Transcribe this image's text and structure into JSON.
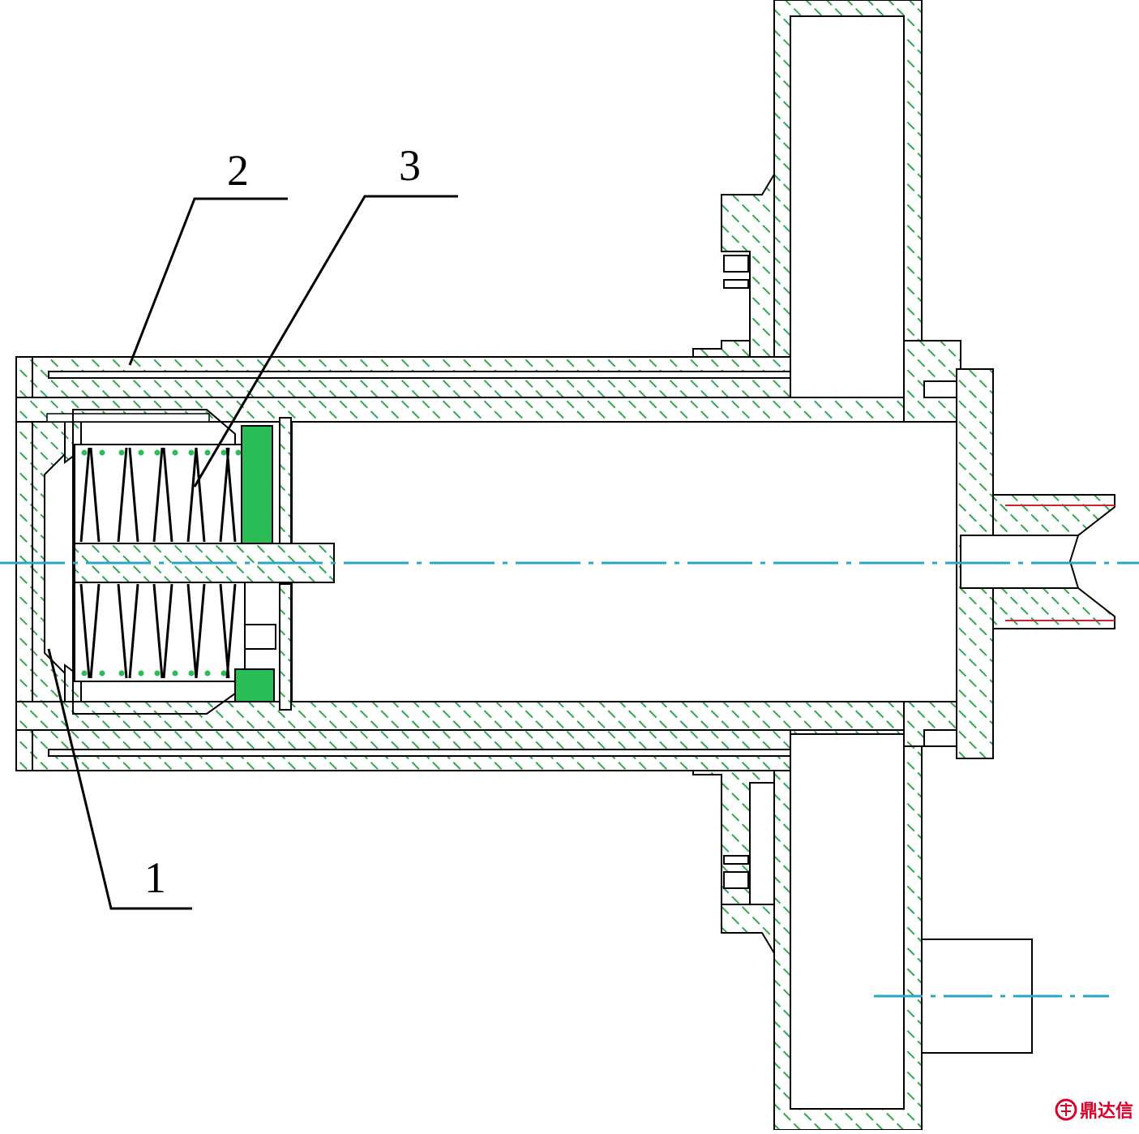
{
  "figure": {
    "labels": [
      {
        "id": "1",
        "text": "1"
      },
      {
        "id": "2",
        "text": "2"
      },
      {
        "id": "3",
        "text": "3"
      }
    ]
  },
  "colors": {
    "hatch": "#2fa84f",
    "fill_solid": "#2bbd55",
    "outline": "#000000",
    "centerline": "#2aa6c8",
    "thread": "#d0222a",
    "watermark": "#d8002a"
  },
  "watermark": {
    "icon": "logo-icon",
    "text": "鼎达信"
  }
}
